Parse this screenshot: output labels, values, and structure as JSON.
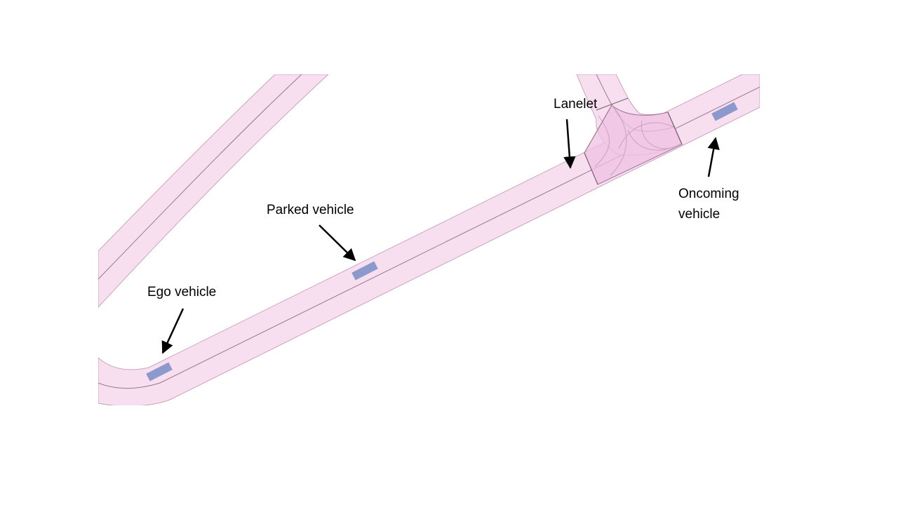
{
  "colors": {
    "lane_fill": "#f7dff0",
    "lane_overlap_fill": "#efc2e4",
    "lane_edge": "#c9a3bd",
    "centerline": "#9b7590",
    "vehicle": "#8c99cc",
    "arrow": "#000000",
    "background": "#ffffff"
  },
  "labels": {
    "lanelet": "Lanelet",
    "parked_vehicle": "Parked vehicle",
    "ego_vehicle": "Ego vehicle",
    "oncoming_vehicle_line1": "Oncoming",
    "oncoming_vehicle_line2": "vehicle"
  },
  "vehicles": [
    {
      "role": "ego",
      "name": "Ego vehicle"
    },
    {
      "role": "parked",
      "name": "Parked vehicle"
    },
    {
      "role": "oncoming",
      "name": "Oncoming vehicle"
    }
  ]
}
